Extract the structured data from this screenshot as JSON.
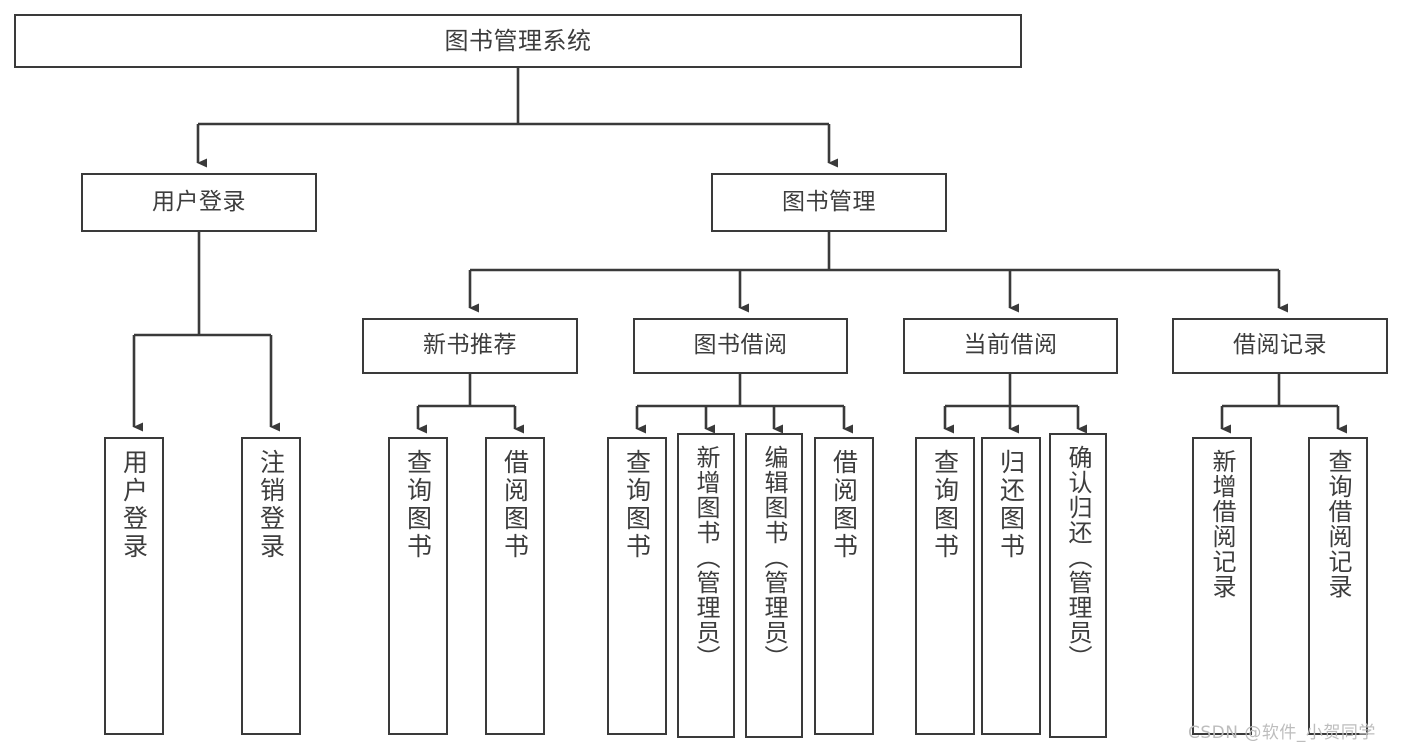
{
  "diagram": {
    "title": "图书管理系统",
    "watermark": "CSDN @软件_小贺同学",
    "stroke_color": "#3a3a3a",
    "text_color": "#3d3d3d",
    "background": "#ffffff",
    "root": {
      "label": "图书管理系统"
    },
    "level2": [
      {
        "label": "用户登录"
      },
      {
        "label": "图书管理"
      }
    ],
    "level3": [
      {
        "label": "新书推荐"
      },
      {
        "label": "图书借阅"
      },
      {
        "label": "当前借阅"
      },
      {
        "label": "借阅记录"
      }
    ],
    "leaves": {
      "user_login": [
        {
          "label": "用户登录"
        },
        {
          "label": "注销登录"
        }
      ],
      "new_book_recommend": [
        {
          "label": "查询图书"
        },
        {
          "label": "借阅图书"
        }
      ],
      "book_borrow": [
        {
          "label": "查询图书"
        },
        {
          "label": "新增图书（管理员）"
        },
        {
          "label": "编辑图书（管理员）"
        },
        {
          "label": "借阅图书"
        }
      ],
      "current_borrow": [
        {
          "label": "查询图书"
        },
        {
          "label": "归还图书"
        },
        {
          "label": "确认归还（管理员）"
        }
      ],
      "borrow_records": [
        {
          "label": "新增借阅记录"
        },
        {
          "label": "查询借阅记录"
        }
      ]
    }
  }
}
